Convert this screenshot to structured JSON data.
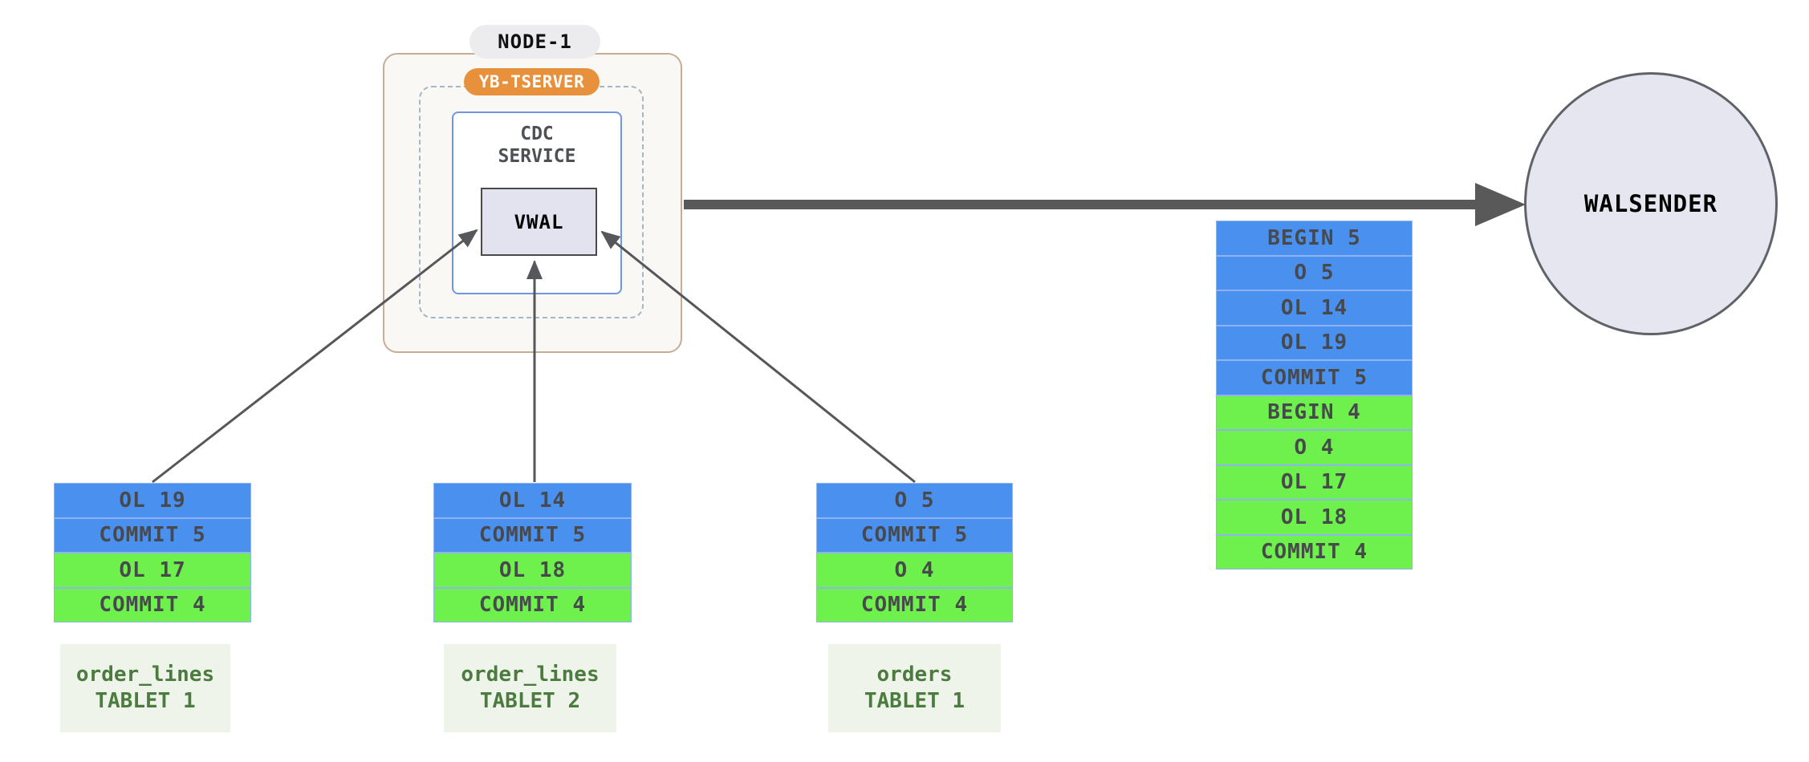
{
  "diagram": {
    "node": {
      "title": "NODE-1",
      "badge": "YB-TSERVER",
      "cdc_service": {
        "label_line1": "CDC",
        "label_line2": "SERVICE",
        "vwal_label": "VWAL"
      }
    },
    "walsender": {
      "label": "WALSENDER"
    },
    "merged_stream": {
      "cells": [
        {
          "label": "BEGIN 5",
          "color": "blue"
        },
        {
          "label": "O 5",
          "color": "blue"
        },
        {
          "label": "OL 14",
          "color": "blue"
        },
        {
          "label": "OL 19",
          "color": "blue"
        },
        {
          "label": "COMMIT 5",
          "color": "blue"
        },
        {
          "label": "BEGIN 4",
          "color": "green"
        },
        {
          "label": "O 4",
          "color": "green"
        },
        {
          "label": "OL 17",
          "color": "green"
        },
        {
          "label": "OL 18",
          "color": "green"
        },
        {
          "label": "COMMIT 4",
          "color": "green"
        }
      ]
    },
    "tablets": [
      {
        "name_line1": "order_lines",
        "name_line2": "TABLET 1",
        "cells": [
          {
            "label": "OL 19",
            "color": "blue"
          },
          {
            "label": "COMMIT 5",
            "color": "blue"
          },
          {
            "label": "OL 17",
            "color": "green"
          },
          {
            "label": "COMMIT 4",
            "color": "green"
          }
        ]
      },
      {
        "name_line1": "order_lines",
        "name_line2": "TABLET 2",
        "cells": [
          {
            "label": "OL 14",
            "color": "blue"
          },
          {
            "label": "COMMIT 5",
            "color": "blue"
          },
          {
            "label": "OL 18",
            "color": "green"
          },
          {
            "label": "COMMIT 4",
            "color": "green"
          }
        ]
      },
      {
        "name_line1": "orders",
        "name_line2": "TABLET 1",
        "cells": [
          {
            "label": "O 5",
            "color": "blue"
          },
          {
            "label": "COMMIT 5",
            "color": "blue"
          },
          {
            "label": "O 4",
            "color": "green"
          },
          {
            "label": "COMMIT 4",
            "color": "green"
          }
        ]
      }
    ],
    "colors": {
      "blue_record": "#4a90ee",
      "green_record": "#6ef04d",
      "record_border": "#8fb2f2",
      "orange_badge": "#e8913c",
      "node_border": "#c7ad96",
      "node_fill": "#faf8f5",
      "lavender_fill": "#e4e4f1",
      "arrow_gray": "#595959",
      "label_green": "#4b7b3f",
      "label_fill": "#eef4ea"
    }
  }
}
